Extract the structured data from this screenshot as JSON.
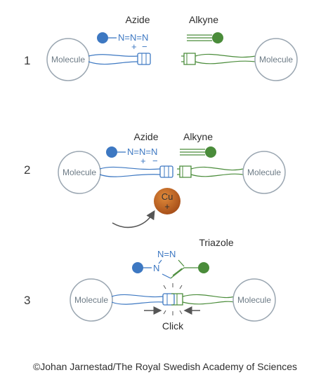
{
  "labels": {
    "azide": "Azide",
    "alkyne": "Alkyne",
    "molecule": "Molecule",
    "triazole": "Triazole",
    "click": "Click",
    "copper": "Cu",
    "copper_charge": "+",
    "azide_chain": "N=N=N",
    "plus": "+",
    "minus": "−",
    "triazole_top": "N=N",
    "triazole_n": "N"
  },
  "steps": [
    "1",
    "2",
    "3"
  ],
  "credit": "©Johan Jarnestad/The Royal Swedish Academy of Sciences",
  "colors": {
    "azide_blue": "#3d78c2",
    "alkyne_green": "#4a8c3a",
    "molecule_outline": "#9aa6b1",
    "copper_orange": "#c86a1e",
    "arrow_gray": "#555555"
  }
}
